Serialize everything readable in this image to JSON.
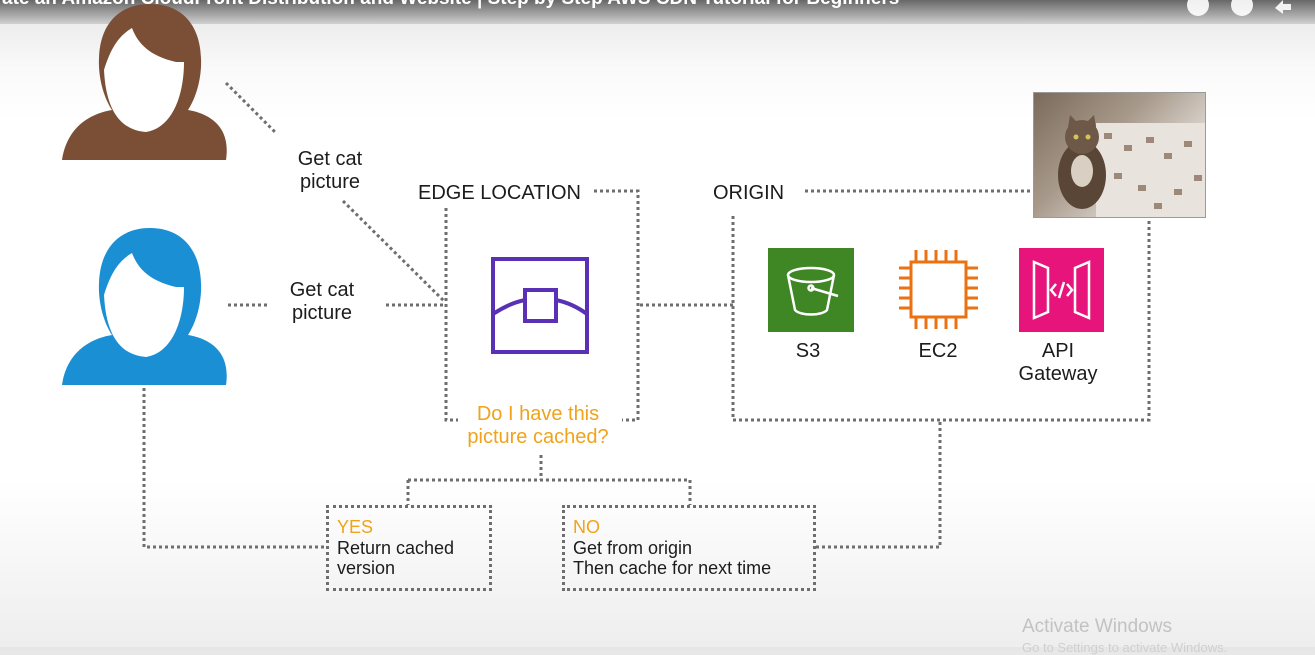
{
  "video_title": "ate an Amazon CloudFront Distribution and Website | Step by Step AWS CDN Tutorial for Beginners",
  "diagram": {
    "user_top_request": [
      "Get cat",
      "picture"
    ],
    "user_bottom_request": [
      "Get cat",
      "picture"
    ],
    "edge_location_label": "EDGE LOCATION",
    "origin_label": "ORIGIN",
    "cache_question": [
      "Do I have this",
      "picture cached?"
    ],
    "yes_box": {
      "title": "YES",
      "lines": [
        "Return cached",
        "version"
      ]
    },
    "no_box": {
      "title": "NO",
      "lines": [
        "Get from origin",
        "Then cache for next time"
      ]
    },
    "services": [
      {
        "label": [
          "S3"
        ],
        "icon": "s3-bucket-icon",
        "color": "#3f8624"
      },
      {
        "label": [
          "EC2"
        ],
        "icon": "ec2-chip-icon",
        "color": "#ec7211"
      },
      {
        "label": [
          "API",
          "Gateway"
        ],
        "icon": "api-gateway-icon",
        "color": "#e7157b"
      }
    ],
    "colors": {
      "user_top": "#7b4f35",
      "user_bottom": "#1a8fd4",
      "edge_icon": "#5a30b5",
      "highlight": "#f0a31b",
      "connector": "#6e6e6e"
    }
  },
  "watermark": {
    "line1": "Activate Windows",
    "line2": "Go to Settings to activate Windows."
  }
}
